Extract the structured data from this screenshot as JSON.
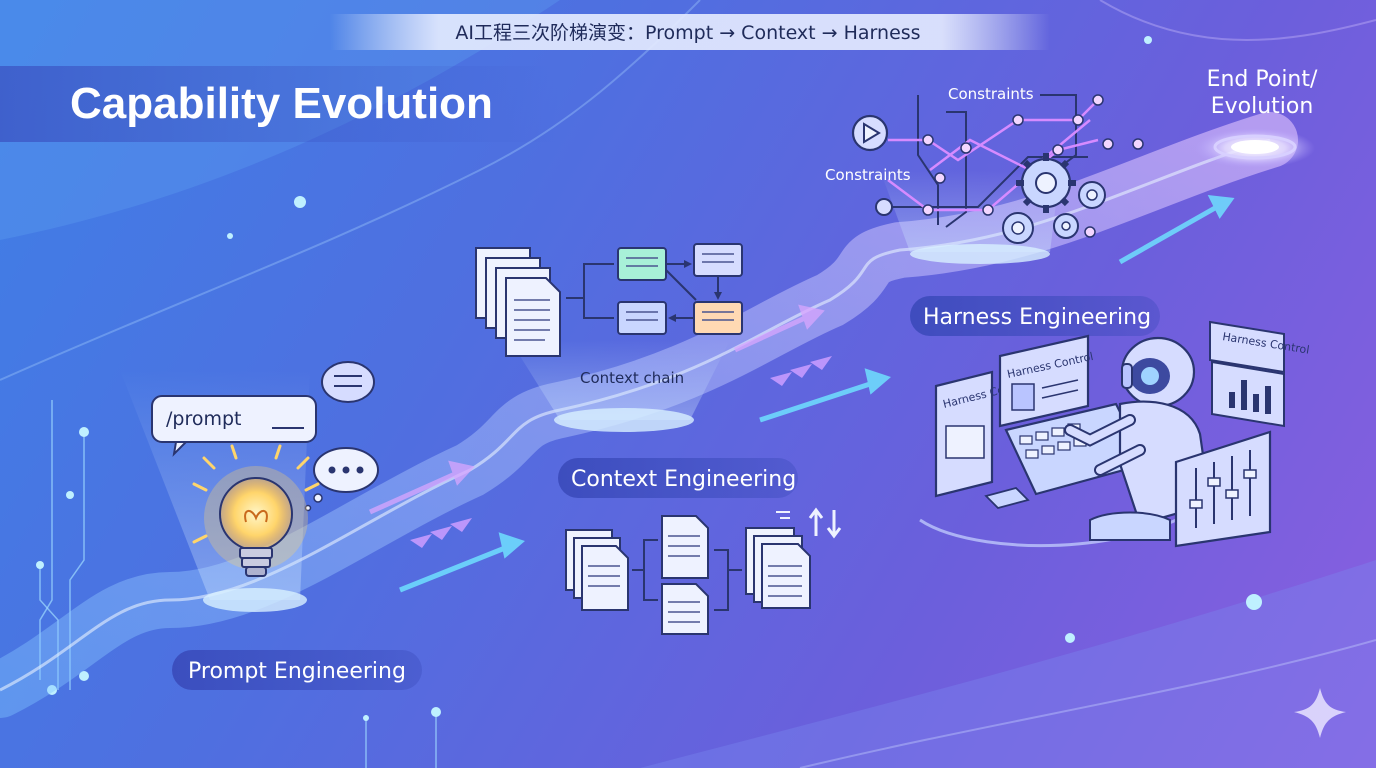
{
  "banner": {
    "text": "AI工程三次阶梯演变：Prompt → Context → Harness"
  },
  "title": "Capability Evolution",
  "stages": {
    "prompt": {
      "label": "Prompt Engineering",
      "bubble_text": "/prompt"
    },
    "context": {
      "label": "Context Engineering",
      "chain_label": "Context chain"
    },
    "harness": {
      "label": "Harness Engineering",
      "constraints_top": "Constraints",
      "constraints_left": "Constraints",
      "screen_left": "Harness Control",
      "screen_center": "Harness Control",
      "screen_right": "Harness Control"
    },
    "end": {
      "line1": "End Point/",
      "line2": "Evolution"
    }
  },
  "colors": {
    "path_glow": "#9fd3ff",
    "purple_arrow": "#c79bff",
    "cyan_arrow": "#6fe0ff",
    "bulb_glow": "#ffd56b"
  }
}
